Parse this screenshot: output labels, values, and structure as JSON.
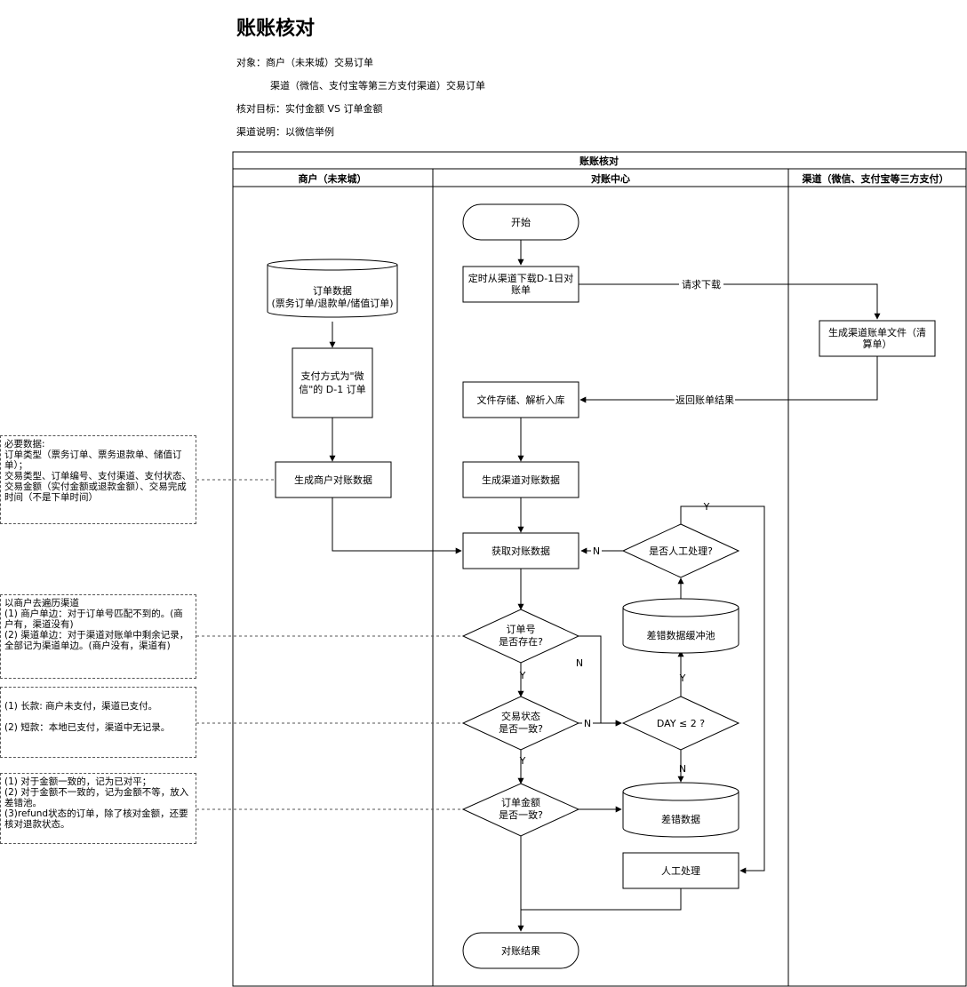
{
  "header": {
    "title": "账账核对",
    "object_line": "对象：商户（未来城）交易订单",
    "object_line2": "渠道（微信、支付宝等第三方支付渠道）交易订单",
    "target_line": "核对目标：实付金额 VS 订单金额",
    "channel_line": "渠道说明：以微信举例"
  },
  "pool": {
    "title": "账账核对",
    "lanes": [
      "商户（未来城）",
      "对账中心",
      "渠道（微信、支付宝等三方支付）"
    ]
  },
  "nodes": {
    "start": "开始",
    "download": "定时从渠道下载D-1日对账单",
    "gen_file": "生成渠道账单文件（清算单）",
    "order_data": "订单数据\n(票务订单/退款单/储值订单)",
    "pay_filter": "支付方式为\"微信\"的 D-1 订单",
    "store": "文件存储、解析入库",
    "gen_merchant": "生成商户对账数据",
    "gen_channel": "生成渠道对账数据",
    "get_data": "获取对账数据",
    "manual_q": "是否人工处理?",
    "buffer": "差错数据缓冲池",
    "order_exists": "订单号\n是否存在?",
    "status_match": "交易状态\n是否一致?",
    "day_check": "DAY ≤ 2 ?",
    "amount_match": "订单金额\n是否一致?",
    "error_data": "差错数据",
    "manual": "人工处理",
    "result": "对账结果"
  },
  "edges": {
    "request_download": "请求下载",
    "return_result": "返回账单结果",
    "n": "N",
    "y": "Y"
  },
  "notes": {
    "note1": "必要数据:\n订单类型（票务订单、票务退款单、储值订单）；\n交易类型、订单编号、支付渠道、支付状态、交易金额（实付金额或退款金额）、交易完成时间（不是下单时间）",
    "note2": "以商户去遍历渠道\n(1) 商户单边：对于订单号匹配不到的。(商户有，渠道没有)\n(2) 渠道单边：对于渠道对账单中剩余记录，全部记为渠道单边。(商户没有，渠道有)",
    "note3": "\n(1) 长款: 商户未支付，渠道已支付。\n\n(2) 短款：本地已支付，渠道中无记录。",
    "note4": "(1) 对于金额一致的，记为已对平；\n(2) 对于金额不一致的，记为金额不等，放入差错池。\n(3)refund状态的订单，除了核对金额，还要核对退款状态。"
  },
  "colors": {
    "line": "#000000",
    "fill": "#ffffff",
    "dashed": "#555555"
  }
}
